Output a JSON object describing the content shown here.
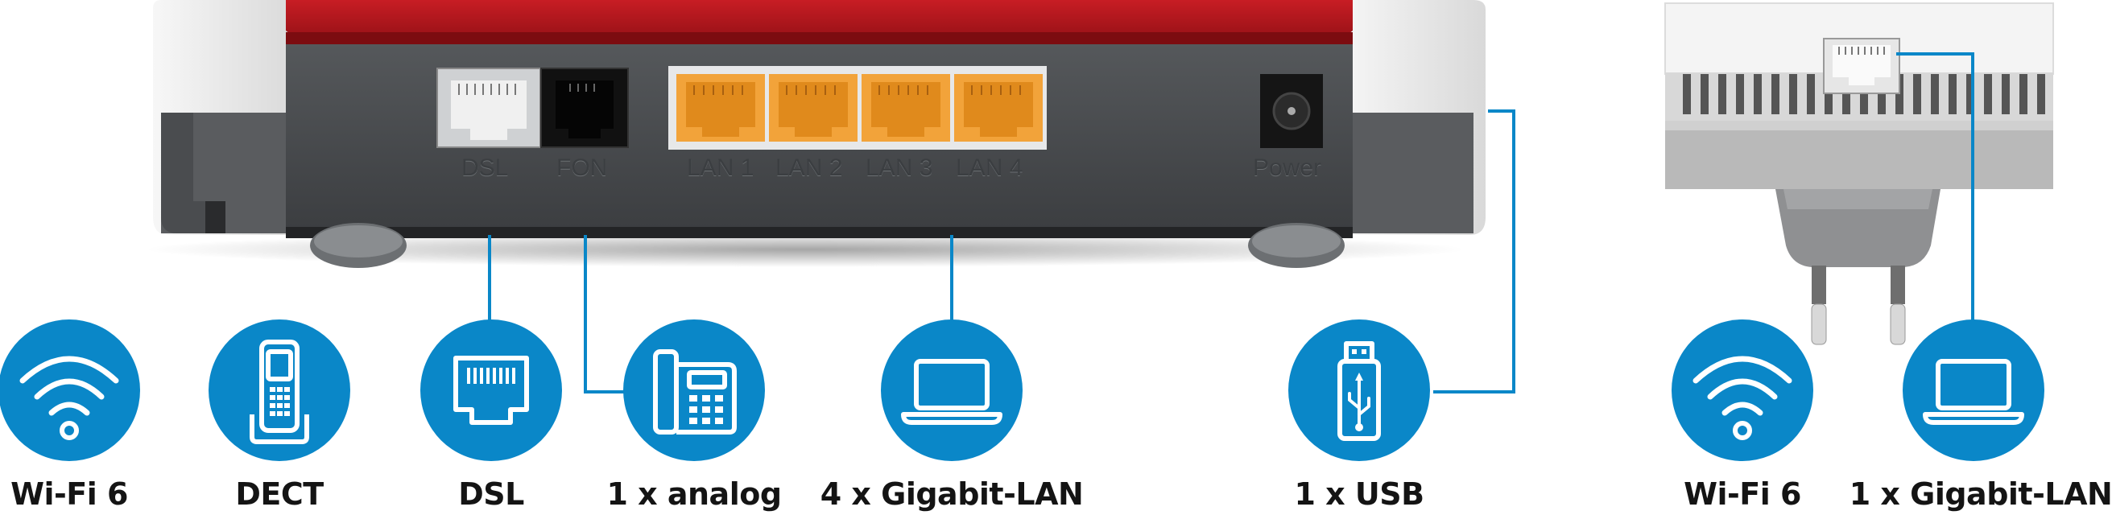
{
  "router": {
    "port_labels": {
      "dsl": "DSL",
      "fon": "FON",
      "lan1": "LAN 1",
      "lan2": "LAN 2",
      "lan3": "LAN 3",
      "lan4": "LAN 4",
      "power": "Power"
    }
  },
  "features": [
    {
      "label": "Wi-Fi 6",
      "icon": "wifi-icon"
    },
    {
      "label": "DECT",
      "icon": "cordless-phone-icon"
    },
    {
      "label": "DSL",
      "icon": "ethernet-port-icon"
    },
    {
      "label": "1 x analog",
      "icon": "desk-phone-icon"
    },
    {
      "label": "4 x Gigabit-LAN",
      "icon": "laptop-icon"
    },
    {
      "label": "1 x USB",
      "icon": "usb-stick-icon"
    },
    {
      "label": "Wi-Fi 6",
      "icon": "wifi-icon"
    },
    {
      "label": "1 x Gigabit-LAN",
      "icon": "laptop-icon"
    }
  ],
  "colors": {
    "accent_blue": "#0a87c8",
    "router_red": "#b8141b",
    "router_body": "#4a4d50",
    "lan_port_yellow": "#f2a33a"
  }
}
